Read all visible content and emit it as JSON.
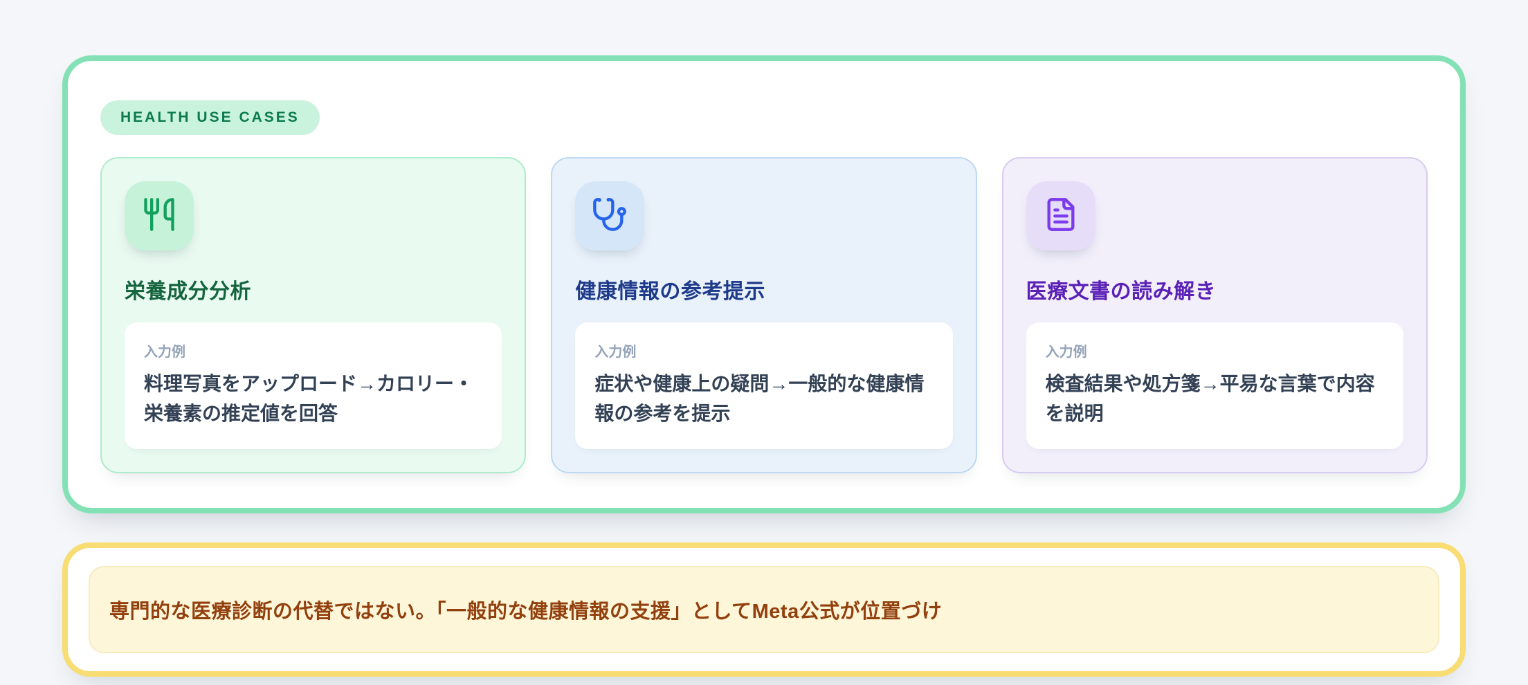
{
  "panel": {
    "badge": "HEALTH USE CASES",
    "cards": [
      {
        "title": "栄養成分分析",
        "icon": "utensils-icon",
        "accent_color": "#12a15c",
        "example_label": "入力例",
        "example_text": "料理写真をアップロード→カロリー・栄養素の推定値を回答"
      },
      {
        "title": "健康情報の参考提示",
        "icon": "stethoscope-icon",
        "accent_color": "#2563eb",
        "example_label": "入力例",
        "example_text": "症状や健康上の疑問→一般的な健康情報の参考を提示"
      },
      {
        "title": "医療文書の読み解き",
        "icon": "file-text-icon",
        "accent_color": "#7c3aed",
        "example_label": "入力例",
        "example_text": "検査結果や処方箋→平易な言葉で内容を説明"
      }
    ]
  },
  "disclaimer": {
    "text": "専門的な医療診断の代替ではない。「一般的な健康情報の支援」としてMeta公式が位置づけ"
  },
  "colors": {
    "page_background": "#f4f6f9",
    "panel_border": "#84e1b5",
    "badge_background": "#caf3dd",
    "badge_text": "#0b7a4e",
    "disclaimer_border": "#f8dc74",
    "disclaimer_background": "#fdf6d9",
    "disclaimer_text": "#92400e"
  }
}
